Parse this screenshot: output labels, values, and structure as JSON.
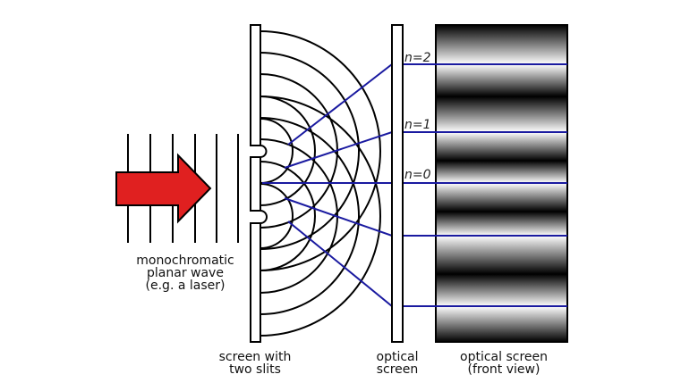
{
  "labels": {
    "wave": [
      "monochromatic",
      "planar wave",
      "(e.g. a laser)"
    ],
    "slits": [
      "screen with",
      "two slits"
    ],
    "optical_screen": [
      "optical",
      "screen"
    ],
    "front_view": [
      "optical screen",
      "(front view)"
    ]
  },
  "orders": [
    "n=2",
    "n=1",
    "n=0"
  ],
  "colors": {
    "arrow": "#e02020",
    "rays": "#1a1aa0",
    "lines": "#000000"
  }
}
